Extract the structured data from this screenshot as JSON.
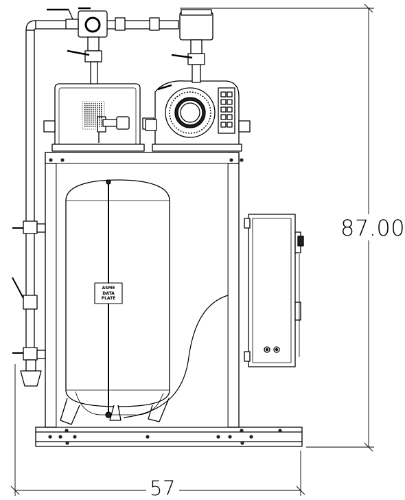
{
  "dimensions": {
    "height": "87.00",
    "width": "57"
  },
  "nameplate": {
    "line1": "ASME",
    "line2": "DATA",
    "line3": "PLATE"
  },
  "colors": {
    "line": "#000000",
    "background": "#ffffff",
    "fill_light": "#ffffff",
    "fill_mid": "#dcdcdc",
    "fill_dark": "#222222"
  }
}
